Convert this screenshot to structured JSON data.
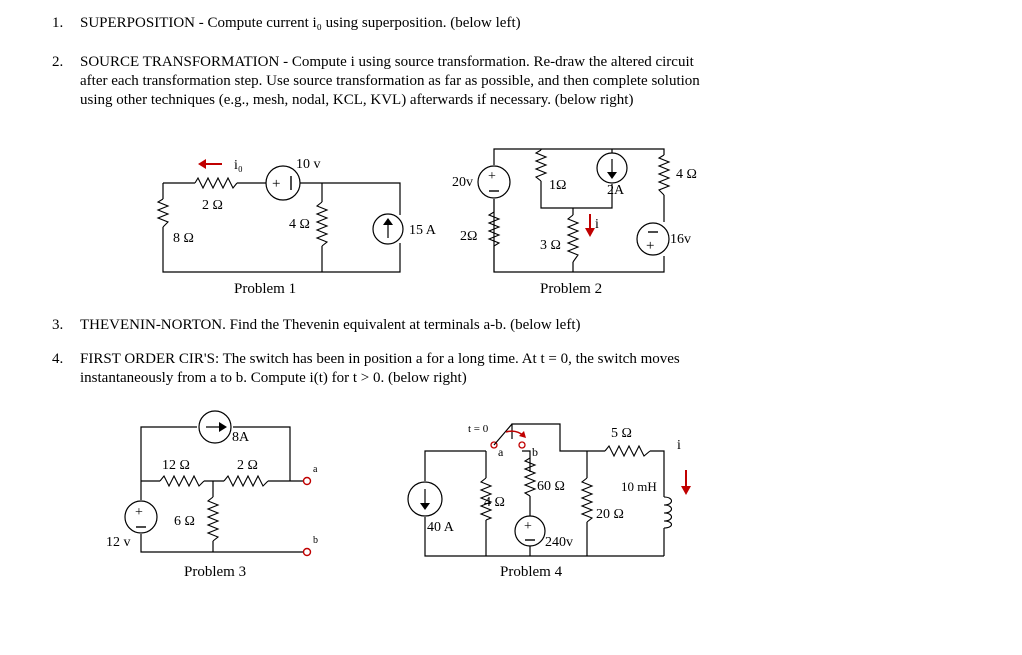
{
  "questions": [
    {
      "num": "1.",
      "lines": [
        "SUPERPOSITION - Compute current i₀ using superposition. (below left)"
      ]
    },
    {
      "num": "2.",
      "lines": [
        "SOURCE TRANSFORMATION - Compute i using source transformation.  Re-draw the altered circuit",
        "after each transformation step.  Use source transformation as far as possible, and then complete solution",
        "using other techniques (e.g., mesh, nodal, KCL, KVL) afterwards if necessary. (below right)"
      ]
    },
    {
      "num": "3.",
      "lines": [
        "THEVENIN-NORTON.  Find the Thevenin equivalent at terminals a-b.  (below left)"
      ]
    },
    {
      "num": "4.",
      "lines": [
        "FIRST ORDER CIR'S: The switch has been in position a for a long time.  At t = 0, the switch moves",
        "instantaneously from a to b.  Compute i(t) for t > 0. (below right)"
      ]
    }
  ],
  "problems": {
    "p1": {
      "caption": "Problem 1",
      "labels": {
        "io": "i₀",
        "v10": "10 v",
        "r2": "2 Ω",
        "r8": "8 Ω",
        "r4": "4 Ω",
        "i15": "15 A"
      }
    },
    "p2": {
      "caption": "Problem 2",
      "labels": {
        "v20": "20v",
        "r2": "2Ω",
        "r1": "1Ω",
        "r3": "3 Ω",
        "i": "i",
        "i2": "2A",
        "r4": "4 Ω",
        "v16": "16v"
      }
    },
    "p3": {
      "caption": "Problem 3",
      "labels": {
        "i8": "8A",
        "r12": "12 Ω",
        "r2": "2 Ω",
        "r6": "6 Ω",
        "v12": "12 v",
        "a": "a",
        "b": "b"
      }
    },
    "p4": {
      "caption": "Problem 4",
      "labels": {
        "t0": "t = 0",
        "a": "a",
        "b": "b",
        "r60": "60 Ω",
        "r4": "4 Ω",
        "i40": "40 A",
        "v240": "240v",
        "r5": "5 Ω",
        "i": "i",
        "l10": "10 mH",
        "r20": "20 Ω"
      }
    }
  },
  "colors": {
    "text": "#000000",
    "arrow": "#c00000",
    "background": "#ffffff"
  }
}
